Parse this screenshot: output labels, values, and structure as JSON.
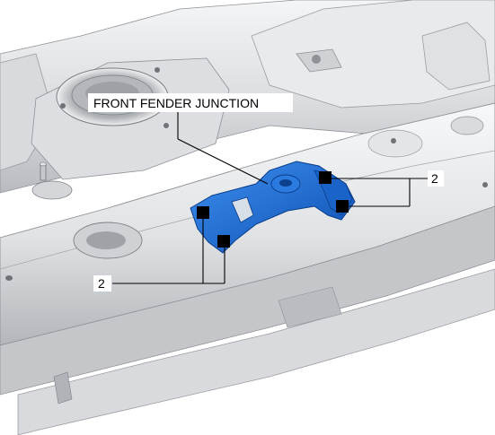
{
  "diagram": {
    "title_label": "FRONT FENDER JUNCTION",
    "callout_number_upper": "2",
    "callout_number_lower": "2"
  },
  "colors": {
    "bracket": "#1f6fd6",
    "bracket_shade": "#0f4ea8",
    "body_light": "#e7e8ea",
    "body_mid": "#c9cbce",
    "body_dark": "#8e9196",
    "marker": "#000000",
    "leader": "#000000"
  },
  "icons": {
    "weld_marker": "black-square"
  }
}
